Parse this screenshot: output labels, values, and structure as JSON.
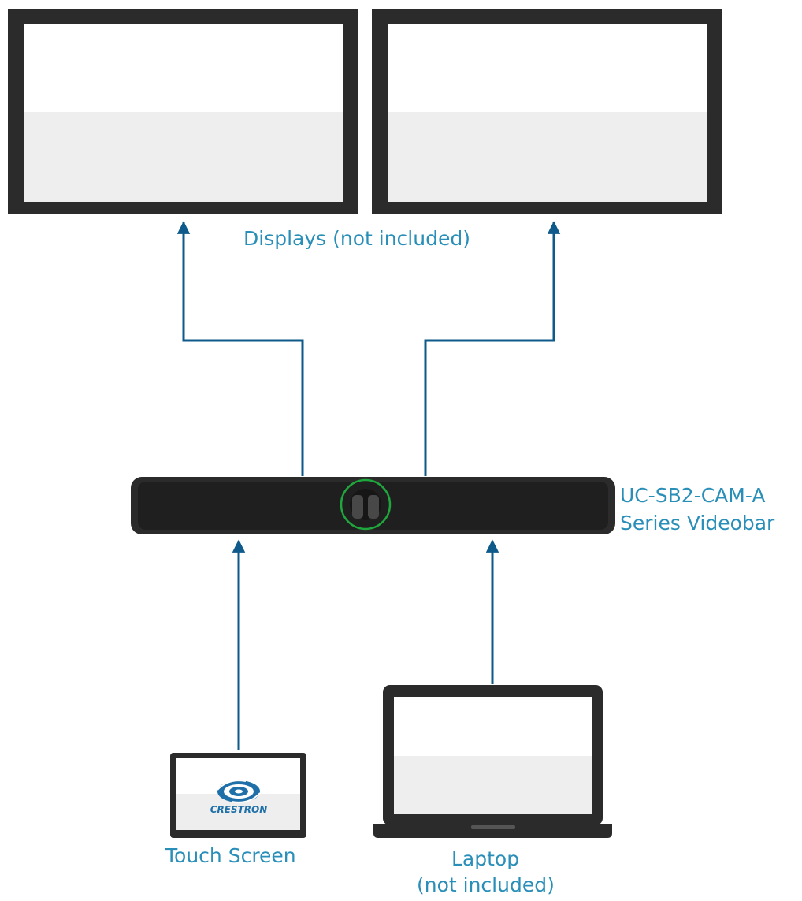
{
  "labels": {
    "displays": "Displays (not included)",
    "videobar_line1": "UC-SB2-CAM-A",
    "videobar_line2": "Series Videobar",
    "touch_screen": "Touch Screen",
    "laptop_line1": "Laptop",
    "laptop_line2": "(not included)",
    "touch_logo": "CRESTRON"
  },
  "colors": {
    "label": "#2a8fb8",
    "connection": "#0e5a8a",
    "device_frame": "#2b2b2b",
    "screen_upper": "#ffffff",
    "screen_lower": "#eeeeee",
    "camera_ring": "#1fa63c",
    "logo": "#1f6fa8"
  },
  "icons": {
    "camera": "camera-lens-icon",
    "logo": "crestron-logo-icon"
  }
}
